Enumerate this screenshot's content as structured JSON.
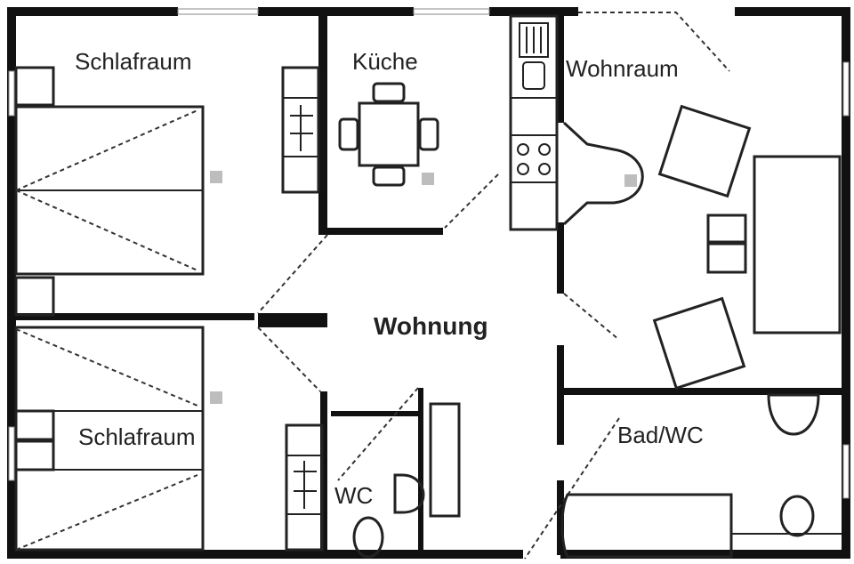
{
  "floorplan": {
    "rooms": {
      "schlafraum_top": "Schlafraum",
      "kueche": "Küche",
      "wohnraum": "Wohnraum",
      "wohnung": "Wohnung",
      "schlafraum_bottom": "Schlafraum",
      "wc": "WC",
      "bad_wc": "Bad/WC"
    }
  }
}
